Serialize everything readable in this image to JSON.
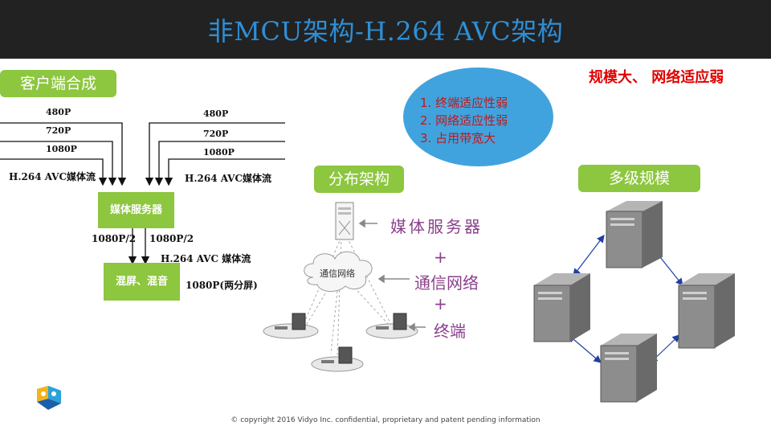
{
  "slide": {
    "title": "非MCU架构-H.264 AVC架构",
    "warning": "规模大、 网络适应弱",
    "copyright": "© copyright 2016 Vidyo Inc. confidential, proprietary and patent pending information"
  },
  "client": {
    "badge": "客户端合成",
    "left_streams": [
      "480P",
      "720P",
      "1080P"
    ],
    "right_streams": [
      "480P",
      "720P",
      "1080P"
    ],
    "left_stream_label": "H.264 AVC媒体流",
    "right_stream_label": "H.264 AVC媒体流",
    "server_box": "媒体服务器",
    "split_left": "1080P/2",
    "split_right": "1080P/2",
    "output_stream_label": "H.264 AVC 媒体流",
    "mix_box": "混屏、混音",
    "mix_output": "1080P(两分屏)"
  },
  "problems": {
    "items": [
      "1.  终端适应性弱",
      "2.  网络适应性弱",
      "3.  占用带宽大"
    ]
  },
  "distributed": {
    "badge": "分布架构",
    "cloud_label": "通信网络",
    "server_label": "媒体服务器",
    "plus1": "+",
    "network_label": "通信网络",
    "plus2": "+",
    "terminal_label": "终端"
  },
  "multilevel": {
    "badge": "多级规模"
  },
  "colors": {
    "header_bg": "#222222",
    "title": "#2e8fd6",
    "badge_green": "#8dc63f",
    "warning_red": "#e00000",
    "ellipse_blue": "#41a3de",
    "arrow_blue": "#1f3fa3",
    "purple_text": "#8b3f8b"
  }
}
